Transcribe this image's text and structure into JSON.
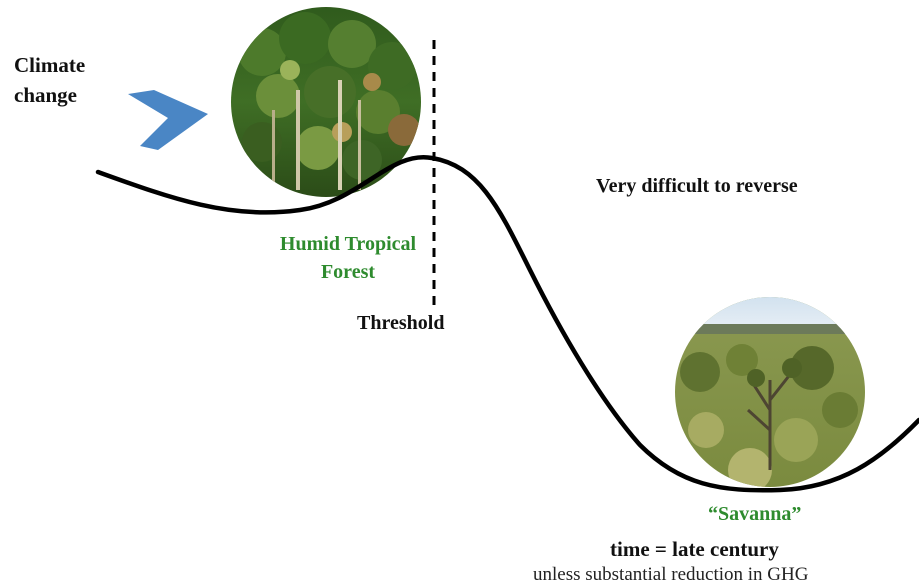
{
  "labels": {
    "climate_change": [
      "Climate",
      "change"
    ],
    "forest": [
      "Humid Tropical",
      "Forest"
    ],
    "threshold": "Threshold",
    "reverse": "Very difficult to reverse",
    "savanna": "“Savanna”",
    "time": "time = late century",
    "unless": "unless substantial reduction in GHG"
  },
  "colors": {
    "forest_label": "#2e8b2e",
    "savanna_label": "#2e8b2e",
    "arrow": "#4a86c5",
    "curve": "#000000"
  },
  "icons": {
    "arrow": "chevron-arrow-icon",
    "forest_photo": "tropical-forest-photo",
    "savanna_photo": "savanna-photo"
  }
}
